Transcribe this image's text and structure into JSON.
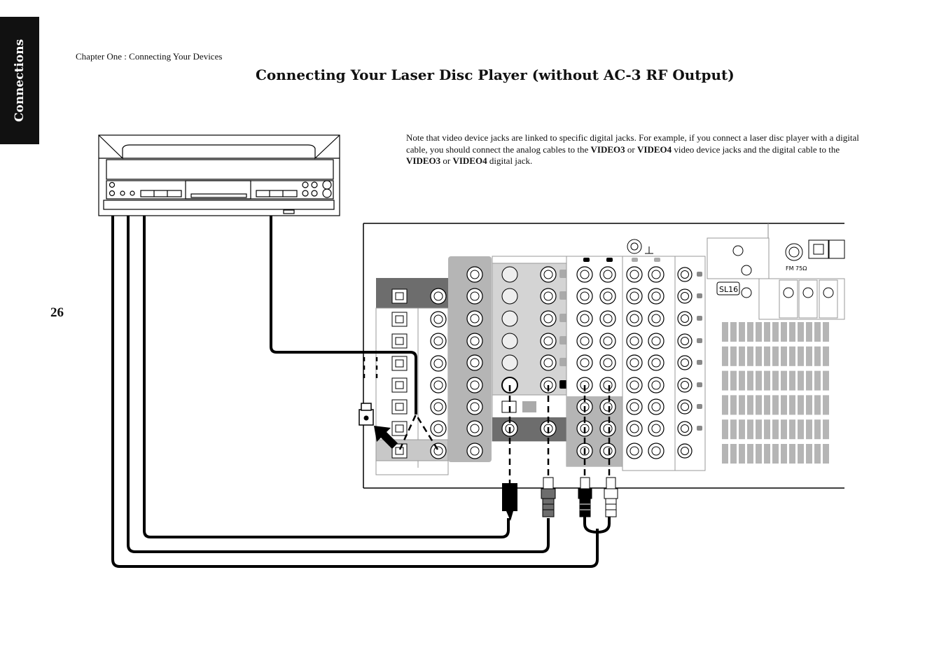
{
  "sidebar": {
    "label": "Connections"
  },
  "header": {
    "chapter": "Chapter One : Connecting Your Devices",
    "title": "Connecting Your Laser Disc Player (without AC-3 RF Output)"
  },
  "page_number": "26",
  "note": {
    "t1": "Note that video device jacks are linked to specific digital jacks. For example, if you connect a laser disc player with a digital cable, you should connect the analog cables to the ",
    "b1": "VIDEO3",
    "t2": " or ",
    "b2": "VIDEO4",
    "t3": " video device jacks and the digital cable to the ",
    "b3": "VIDEO3",
    "t4": " or ",
    "b4": "VIDEO4",
    "t5": " digital jack."
  },
  "diagram": {
    "receiver_labels": {
      "antenna": "FM 75Ω",
      "model": "SL16"
    },
    "colors": {
      "panel_dark": "#6d6d6d",
      "panel_light": "#b5b5b5",
      "cable": "#000000"
    }
  }
}
